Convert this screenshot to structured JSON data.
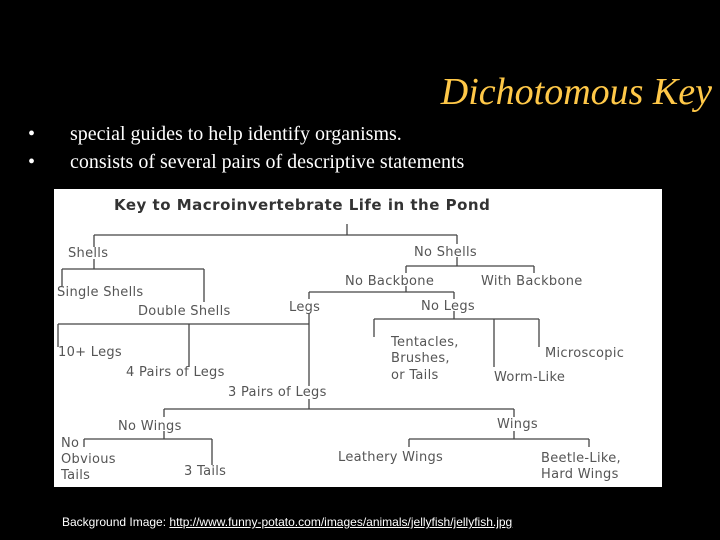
{
  "slide": {
    "title": "Dichotomous Key",
    "bullets": [
      "special guides to help identify organisms.",
      "consists of several pairs of descriptive statements"
    ],
    "bullet_glyph": "•"
  },
  "key": {
    "title": "Key to Macroinvertebrate Life in the Pond",
    "labels": {
      "shells": "Shells",
      "no_shells": "No Shells",
      "no_backbone": "No Backbone",
      "with_backbone": "With Backbone",
      "single_shells": "Single Shells",
      "double_shells": "Double Shells",
      "legs": "Legs",
      "no_legs": "No Legs",
      "ten_plus_legs": "10+ Legs",
      "four_pairs_legs": "4 Pairs of Legs",
      "three_pairs_legs": "3 Pairs of Legs",
      "tentacles_1": "Tentacles,",
      "tentacles_2": "Brushes,",
      "tentacles_3": "or Tails",
      "microscopic": "Microscopic",
      "worm_like": "Worm-Like",
      "no_wings": "No Wings",
      "wings": "Wings",
      "no_obvious_tails_1": "No",
      "no_obvious_tails_2": "Obvious",
      "no_obvious_tails_3": "Tails",
      "three_tails": "3 Tails",
      "leathery_wings": "Leathery Wings",
      "beetle_like_1": "Beetle-Like,",
      "beetle_like_2": "Hard Wings"
    }
  },
  "footer": {
    "label": "Background Image:",
    "url": "http://www.funny-potato.com/images/animals/jellyfish/jellyfish.jpg"
  },
  "colors": {
    "title": "#ffc848",
    "text": "#ffffff",
    "background": "#000000",
    "diagram_text": "#555555"
  }
}
